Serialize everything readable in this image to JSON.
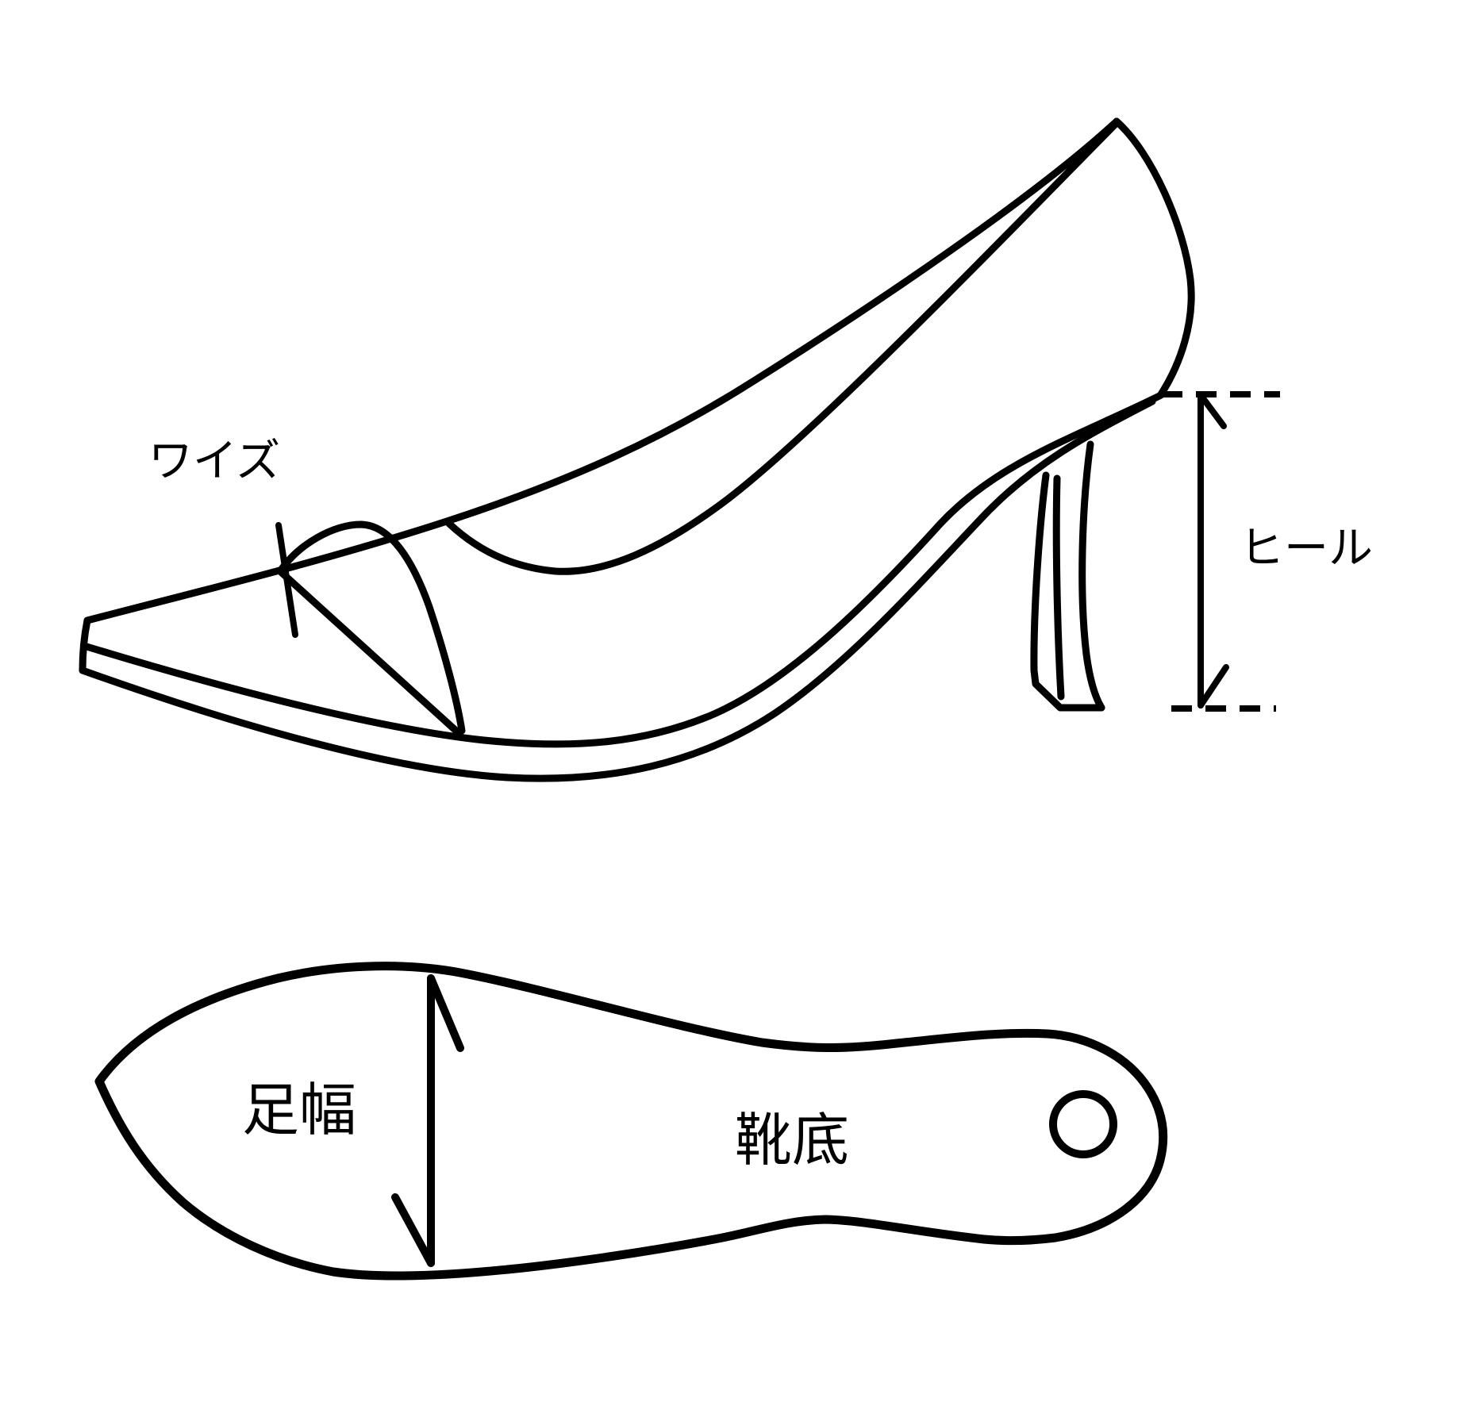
{
  "colors": {
    "stroke": "#000000",
    "background": "#ffffff"
  },
  "diagram": {
    "type": "line-drawing",
    "subject_labels": {
      "girth": "ワイズ",
      "heel_height": "ヒール",
      "foot_width": "足幅",
      "sole": "靴底"
    }
  }
}
